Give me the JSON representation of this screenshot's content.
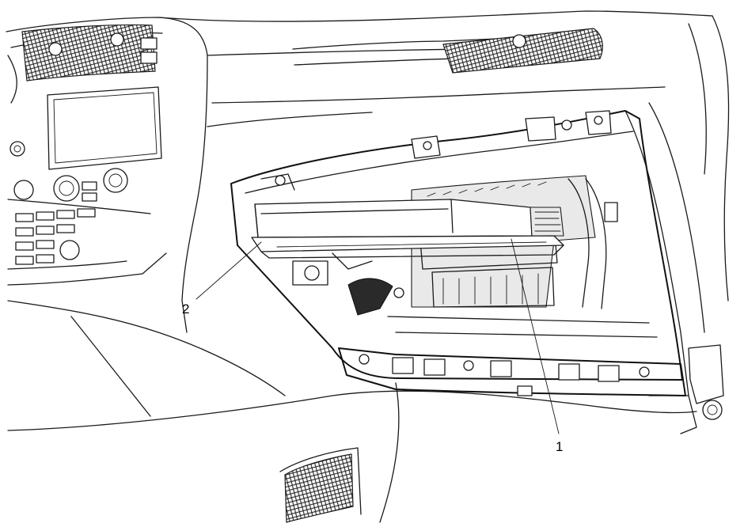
{
  "figure": {
    "background": "#ffffff",
    "line_color": "#1a1a1a"
  },
  "callouts": [
    {
      "id": "callout-1",
      "label": "1"
    },
    {
      "id": "callout-2",
      "label": "2"
    }
  ]
}
